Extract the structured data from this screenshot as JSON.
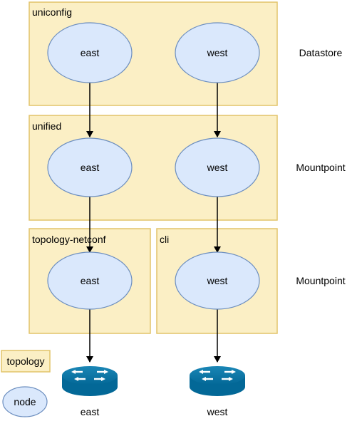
{
  "groups": {
    "uniconfig": "uniconfig",
    "unified": "unified",
    "topology_netconf": "topology-netconf",
    "cli": "cli"
  },
  "nodes": {
    "uniconfig_east": "east",
    "uniconfig_west": "west",
    "unified_east": "east",
    "unified_west": "west",
    "netconf_east": "east",
    "cli_west": "west"
  },
  "side_labels": {
    "datastore": "Datastore",
    "mountpoint_unified": "Mountpoint",
    "mountpoint_lower": "Mountpoint"
  },
  "devices": {
    "east": "east",
    "west": "west"
  },
  "legend": {
    "topology": "topology",
    "node": "node"
  },
  "colors": {
    "group_fill": "#fbefc5",
    "group_stroke": "#e2c46a",
    "node_fill": "#dae8fc",
    "node_stroke": "#6c8ebf",
    "router": "#036897"
  },
  "icons": {
    "device": "router-icon"
  }
}
